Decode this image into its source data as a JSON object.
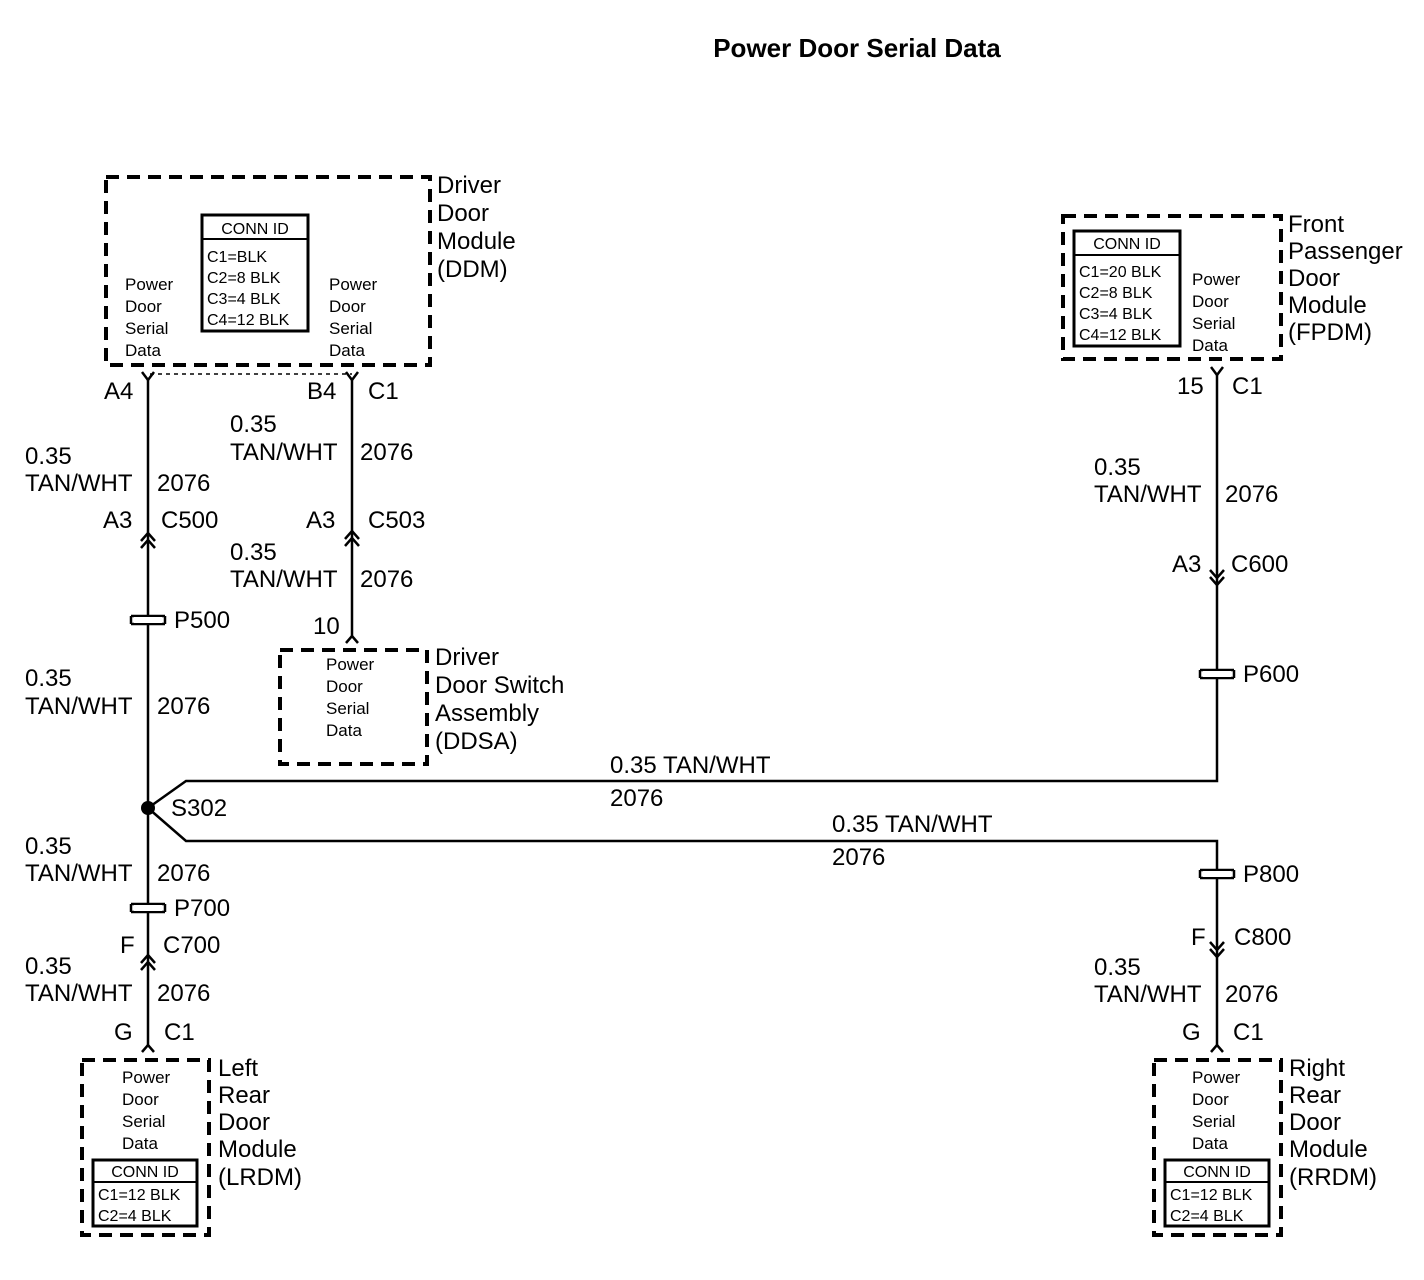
{
  "title": "Power Door Serial Data",
  "common_wire": {
    "gauge": "0.35",
    "color": "TAN/WHT",
    "circuit": "2076",
    "gauge_color": "0.35 TAN/WHT"
  },
  "ddm": {
    "name": [
      "Driver",
      "Door",
      "Module",
      "(DDM)"
    ],
    "left_label": [
      "Power",
      "Door",
      "Serial",
      "Data"
    ],
    "right_label": [
      "Power",
      "Door",
      "Serial",
      "Data"
    ],
    "conn_id": {
      "header": "CONN ID",
      "rows": [
        "C1=BLK",
        "C2=8 BLK",
        "C3=4 BLK",
        "C4=12 BLK"
      ]
    },
    "pin_left": "A4",
    "pin_right": "B4",
    "conn_right": "C1"
  },
  "fpdm": {
    "name": [
      "Front",
      "Passenger",
      "Door",
      "Module",
      "(FPDM)"
    ],
    "label": [
      "Power",
      "Door",
      "Serial",
      "Data"
    ],
    "conn_id": {
      "header": "CONN ID",
      "rows": [
        "C1=20 BLK",
        "C2=8 BLK",
        "C3=4 BLK",
        "C4=12 BLK"
      ]
    },
    "pin": "15",
    "conn": "C1"
  },
  "ddsa": {
    "name": [
      "Driver",
      "Door Switch",
      "Assembly",
      "(DDSA)"
    ],
    "label": [
      "Power",
      "Door",
      "Serial",
      "Data"
    ],
    "pin": "10"
  },
  "lrdm": {
    "name": [
      "Left",
      "Rear",
      "Door",
      "Module",
      "(LRDM)"
    ],
    "label": [
      "Power",
      "Door",
      "Serial",
      "Data"
    ],
    "conn_id": {
      "header": "CONN ID",
      "rows": [
        "C1=12 BLK",
        "C2=4 BLK"
      ]
    },
    "pin": "G",
    "conn": "C1"
  },
  "rrdm": {
    "name": [
      "Right",
      "Rear",
      "Door",
      "Module",
      "(RRDM)"
    ],
    "label": [
      "Power",
      "Door",
      "Serial",
      "Data"
    ],
    "conn_id": {
      "header": "CONN ID",
      "rows": [
        "C1=12 BLK",
        "C2=4 BLK"
      ]
    },
    "pin": "G",
    "conn": "C1"
  },
  "inline_connectors": {
    "c500": {
      "pin": "A3",
      "name": "C500"
    },
    "c503": {
      "pin": "A3",
      "name": "C503"
    },
    "c600": {
      "pin": "A3",
      "name": "C600"
    },
    "c700": {
      "pin": "F",
      "name": "C700"
    },
    "c800": {
      "pin": "F",
      "name": "C800"
    }
  },
  "pass_throughs": {
    "p500": "P500",
    "p600": "P600",
    "p700": "P700",
    "p800": "P800"
  },
  "splice": "S302"
}
